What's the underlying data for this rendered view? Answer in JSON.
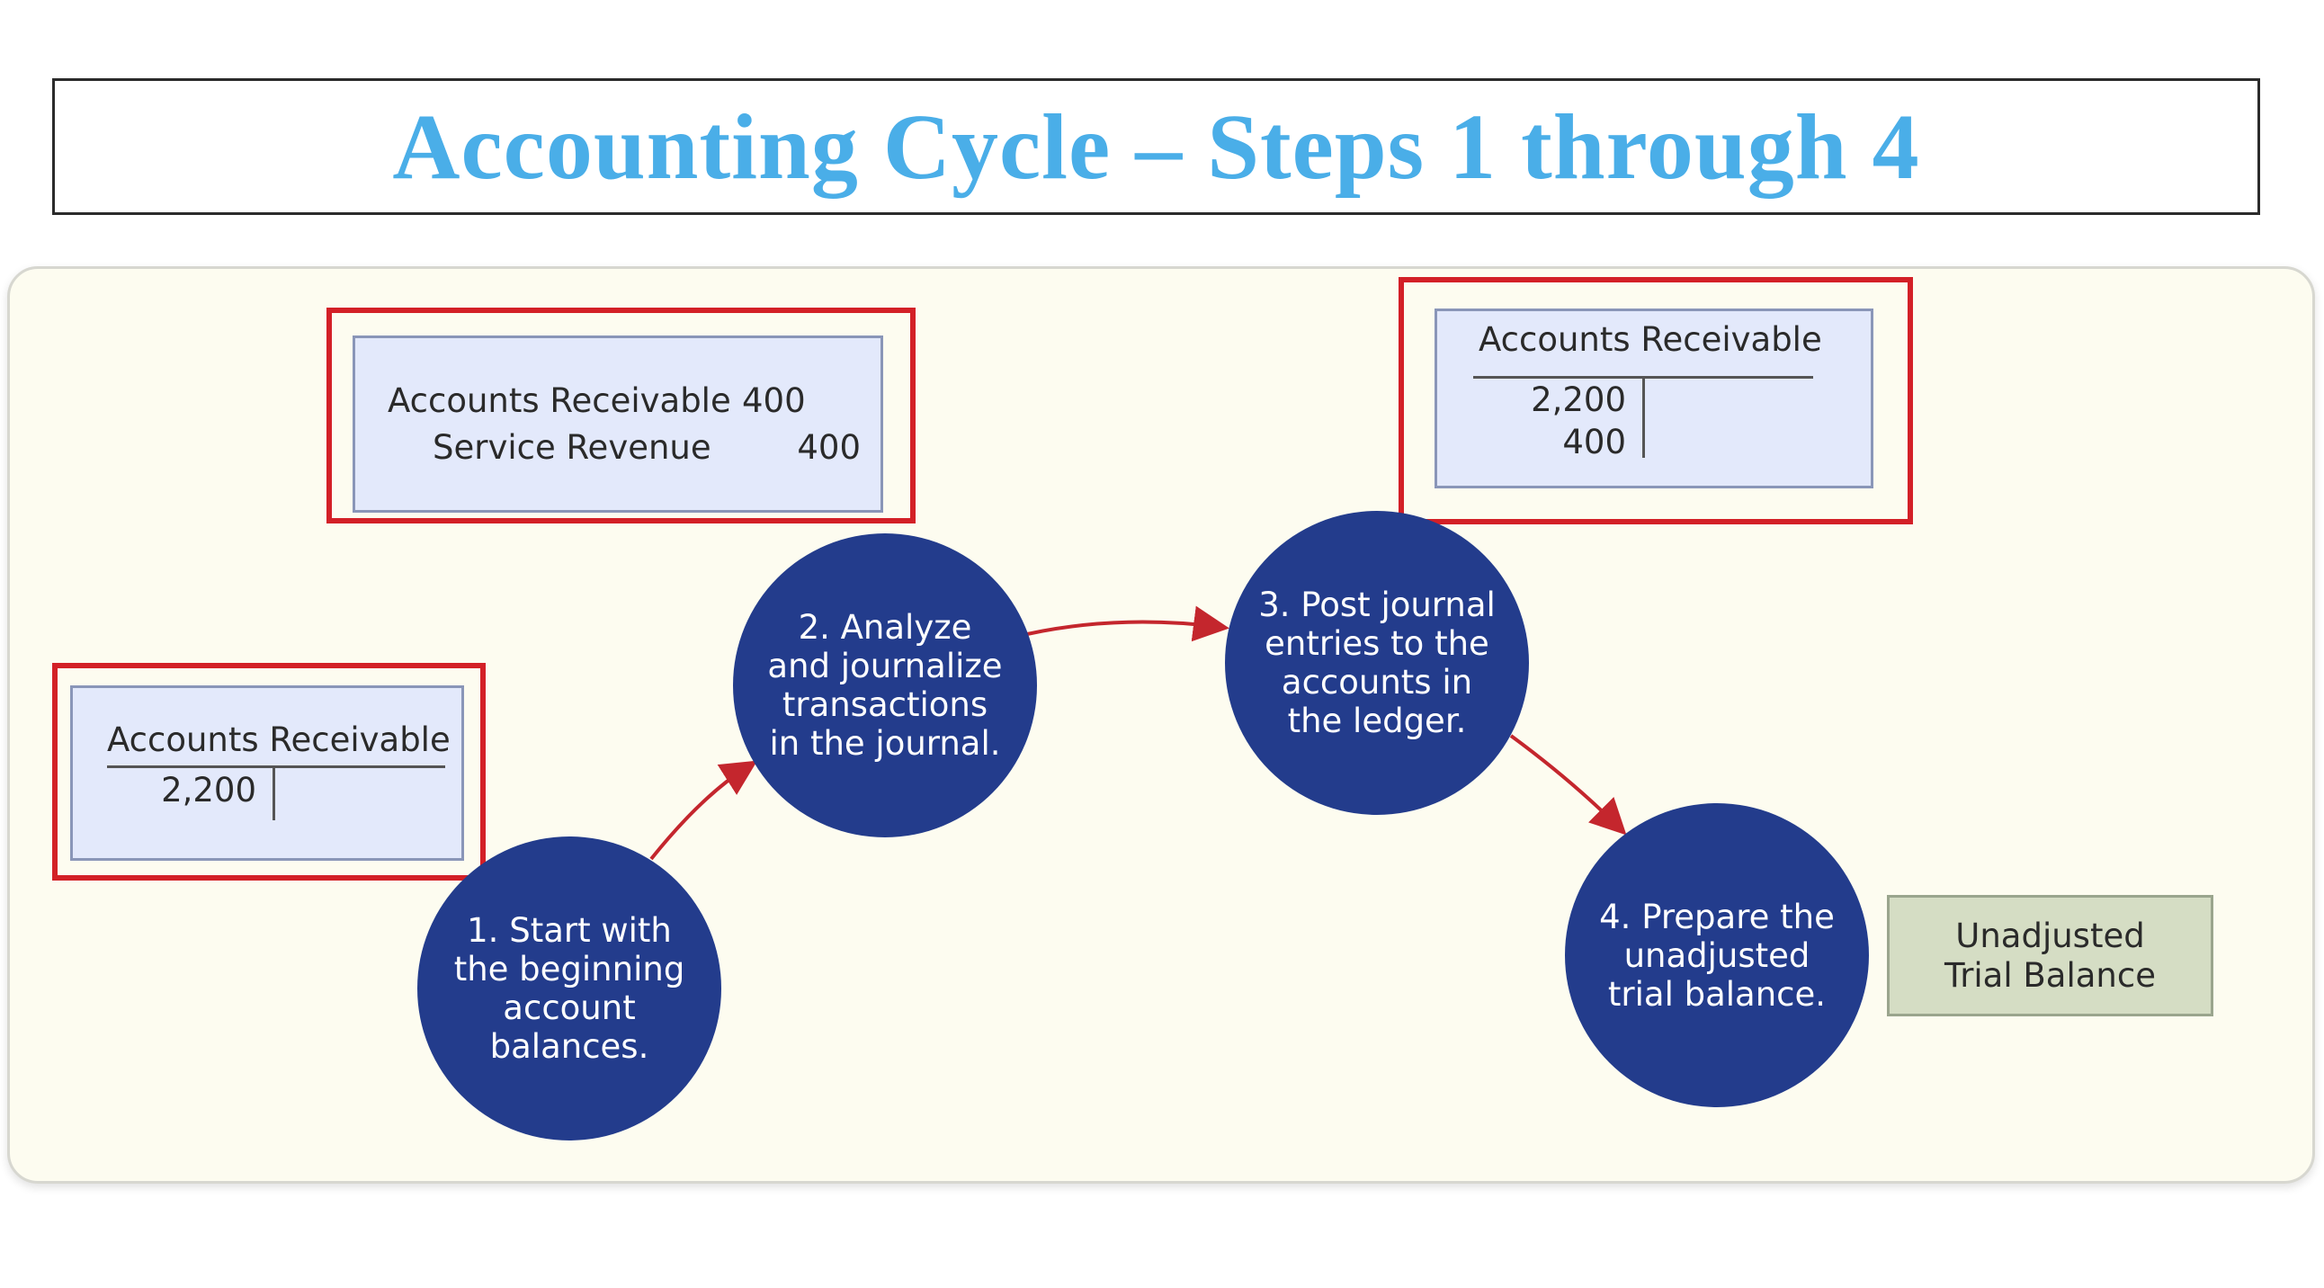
{
  "title": "Accounting Cycle – Steps 1 through 4",
  "colors": {
    "title": "#4aaee8",
    "circle_fill": "#233c8c",
    "highlight_frame": "#d32027",
    "arrow": "#c4262d",
    "ledger_fill": "#e3e9fb",
    "panel_fill": "#fdfcf0",
    "trial_fill": "#d5ddc4"
  },
  "steps": [
    {
      "label": "1. Start with\nthe beginning\naccount\nbalances."
    },
    {
      "label": "2. Analyze\nand journalize\ntransactions\nin the journal."
    },
    {
      "label": "3. Post journal\nentries to the\naccounts in\nthe ledger."
    },
    {
      "label": "4. Prepare the\nunadjusted\ntrial balance."
    }
  ],
  "beginning_account": {
    "title": "Accounts Receivable",
    "debits": [
      "2,200"
    ]
  },
  "journal_entry": {
    "debit_account": "Accounts Receivable",
    "debit_amount": "400",
    "credit_account": "Service Revenue",
    "credit_amount": "400"
  },
  "ledger_account": {
    "title": "Accounts Receivable",
    "debits": [
      "2,200",
      "400"
    ]
  },
  "trial_balance": {
    "label": "Unadjusted\nTrial Balance"
  }
}
